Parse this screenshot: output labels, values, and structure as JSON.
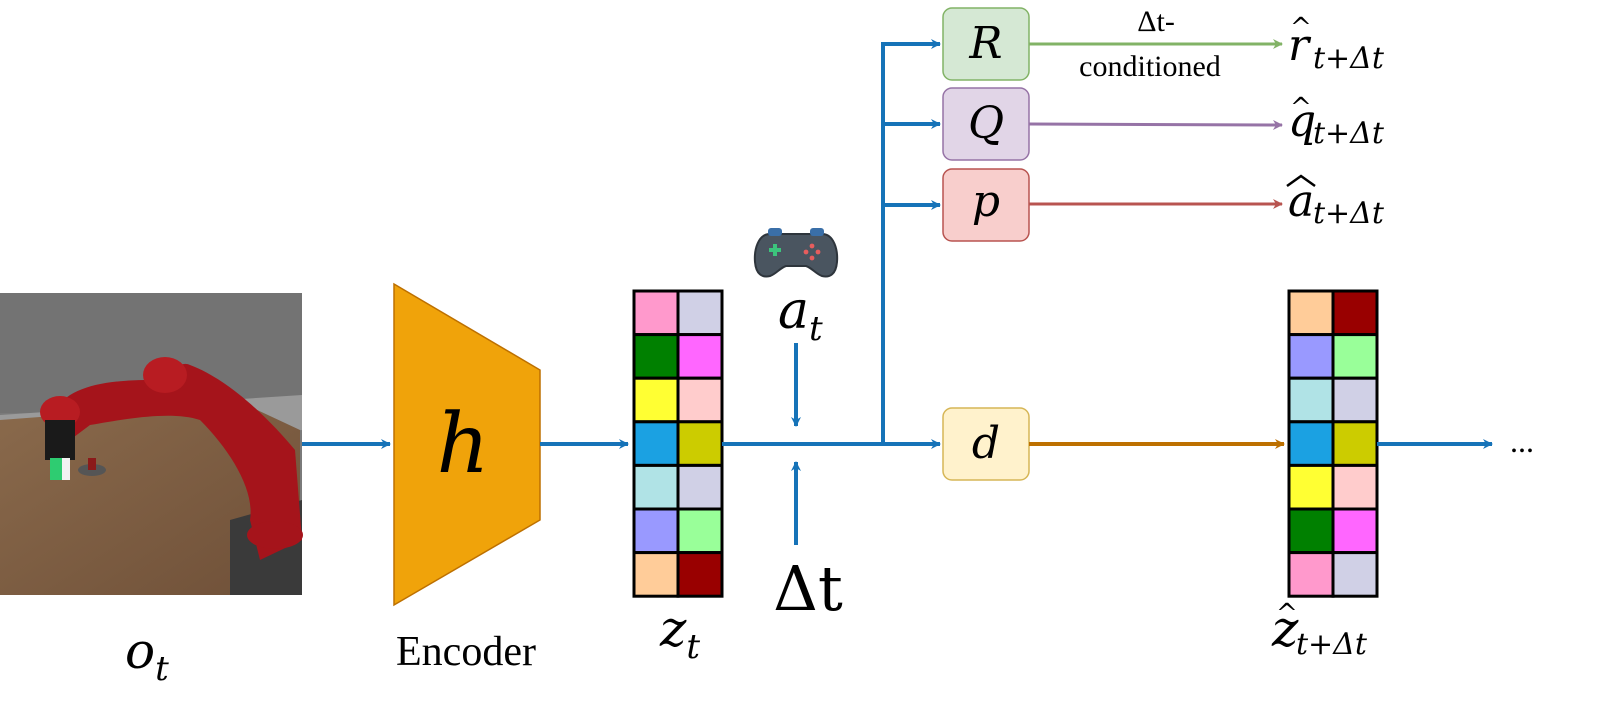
{
  "input": {
    "symbol": "o",
    "subscript": "t"
  },
  "encoder": {
    "symbol": "h",
    "label": "Encoder",
    "color": "#F0A30A"
  },
  "latent": {
    "symbol": "z",
    "subscript": "t",
    "cells": [
      [
        "#FF99CC",
        "#D0D0E6"
      ],
      [
        "#008000",
        "#FF66FF"
      ],
      [
        "#FFFF33",
        "#FFCCCC"
      ],
      [
        "#1BA1E2",
        "#CCCC00"
      ],
      [
        "#B0E3E6",
        "#D0D0E6"
      ],
      [
        "#9999FF",
        "#99FF99"
      ],
      [
        "#FFCC99",
        "#990000"
      ]
    ]
  },
  "action": {
    "symbol": "a",
    "subscript": "t",
    "icon": "gamepad-icon"
  },
  "delta": {
    "symbol": "Δt"
  },
  "heads": [
    {
      "id": "R",
      "symbol": "R",
      "fill": "#D5E8D4",
      "stroke": "#82B366",
      "arrow_color": "#82B366",
      "out_symbol": "r",
      "out_subscript": "t+Δt",
      "note_line1": "Δt-",
      "note_line2": "conditioned"
    },
    {
      "id": "Q",
      "symbol": "Q",
      "fill": "#E1D5E7",
      "stroke": "#9673A6",
      "arrow_color": "#9673A6",
      "out_symbol": "q",
      "out_subscript": "t+Δt"
    },
    {
      "id": "p",
      "symbol": "p",
      "fill": "#F8CECC",
      "stroke": "#B85450",
      "arrow_color": "#B85450",
      "out_symbol": "a",
      "out_subscript": "t+Δt"
    }
  ],
  "dynamics": {
    "symbol": "d",
    "fill": "#FFF2CC",
    "stroke": "#D6B656",
    "arrow_color": "#BD7000"
  },
  "next_latent": {
    "symbol": "z",
    "subscript": "t+Δt",
    "cells": [
      [
        "#FFCC99",
        "#990000"
      ],
      [
        "#9999FF",
        "#99FF99"
      ],
      [
        "#B0E3E6",
        "#D0D0E6"
      ],
      [
        "#1BA1E2",
        "#CCCC00"
      ],
      [
        "#FFFF33",
        "#FFCCCC"
      ],
      [
        "#008000",
        "#FF66FF"
      ],
      [
        "#FF99CC",
        "#D0D0E6"
      ]
    ]
  },
  "ellipsis": "...",
  "flow_color": "#1673B8"
}
